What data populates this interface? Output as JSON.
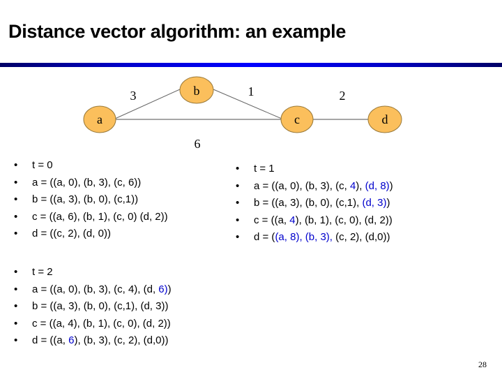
{
  "slide": {
    "title": "Distance vector algorithm: an example",
    "page_number": "28",
    "accent_color": "#0000ff",
    "highlight_color": "#0000cc",
    "node_fill": "#fbbf5c"
  },
  "graph": {
    "nodes": [
      "a",
      "b",
      "c",
      "d"
    ],
    "edges": [
      {
        "from": "a",
        "to": "b",
        "cost": "3"
      },
      {
        "from": "b",
        "to": "c",
        "cost": "1"
      },
      {
        "from": "c",
        "to": "d",
        "cost": "2"
      },
      {
        "from": "a",
        "to": "c",
        "cost": "6"
      }
    ]
  },
  "lists": {
    "t0": {
      "header": "t = 0",
      "rows": [
        [
          {
            "t": "a = ((a, 0), (b, 3), (c, 6))"
          }
        ],
        [
          {
            "t": "b = ((a, 3), (b, 0), (c,1))"
          }
        ],
        [
          {
            "t": "c = ((a, 6), (b, 1), (c, 0) (d, 2))"
          }
        ],
        [
          {
            "t": "d = ((c, 2), (d, 0))"
          }
        ]
      ]
    },
    "t1": {
      "header": "t = 1",
      "rows": [
        [
          {
            "t": "a = ((a, 0), (b, 3), (c, "
          },
          {
            "t": "4",
            "h": true
          },
          {
            "t": "), "
          },
          {
            "t": "(d, 8)",
            "h": true
          },
          {
            "t": ")"
          }
        ],
        [
          {
            "t": "b = ((a, 3), (b, 0), (c,1), "
          },
          {
            "t": "(d, 3)",
            "h": true
          },
          {
            "t": ")"
          }
        ],
        [
          {
            "t": "c = ((a, "
          },
          {
            "t": "4",
            "h": true
          },
          {
            "t": "), (b, 1), (c, 0), (d, 2))"
          }
        ],
        [
          {
            "t": "d = ("
          },
          {
            "t": "(a, 8), (b, 3),",
            "h": true
          },
          {
            "t": " (c, 2), (d,0))"
          }
        ]
      ]
    },
    "t2": {
      "header": "t = 2",
      "rows": [
        [
          {
            "t": "a = ((a, 0), (b, 3), (c, 4), (d, "
          },
          {
            "t": "6)",
            "h": true
          },
          {
            "t": ")"
          }
        ],
        [
          {
            "t": "b = ((a, 3), (b, 0), (c,1), (d, 3))"
          }
        ],
        [
          {
            "t": "c = ((a, 4), (b, 1), (c, 0), (d, 2))"
          }
        ],
        [
          {
            "t": "d = ((a, "
          },
          {
            "t": "6",
            "h": true
          },
          {
            "t": "), (b, 3), (c, 2), (d,0))"
          }
        ]
      ]
    }
  }
}
